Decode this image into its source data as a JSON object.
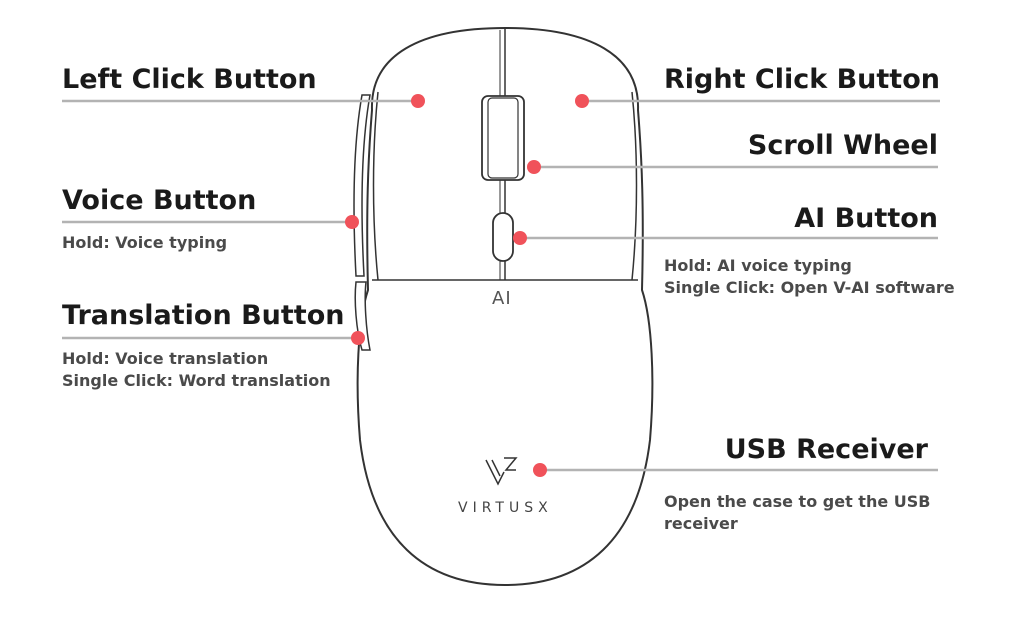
{
  "mouse": {
    "button_label": "AI",
    "brand": "VIRTUSX"
  },
  "callouts": {
    "left_click": {
      "title": "Left Click Button"
    },
    "right_click": {
      "title": "Right Click Button"
    },
    "scroll_wheel": {
      "title": "Scroll Wheel"
    },
    "voice": {
      "title": "Voice Button",
      "lines": [
        "Hold: Voice typing"
      ]
    },
    "ai": {
      "title": "AI Button",
      "lines": [
        "Hold: AI voice typing",
        "Single Click: Open V-AI software"
      ]
    },
    "translation": {
      "title": "Translation Button",
      "lines": [
        "Hold: Voice translation",
        "Single Click: Word translation"
      ]
    },
    "usb": {
      "title": "USB Receiver",
      "lines": [
        "Open the case to get the USB",
        "receiver"
      ]
    }
  },
  "colors": {
    "dot": "#f0525a",
    "leader": "#b3b3b3",
    "outline": "#333333"
  }
}
